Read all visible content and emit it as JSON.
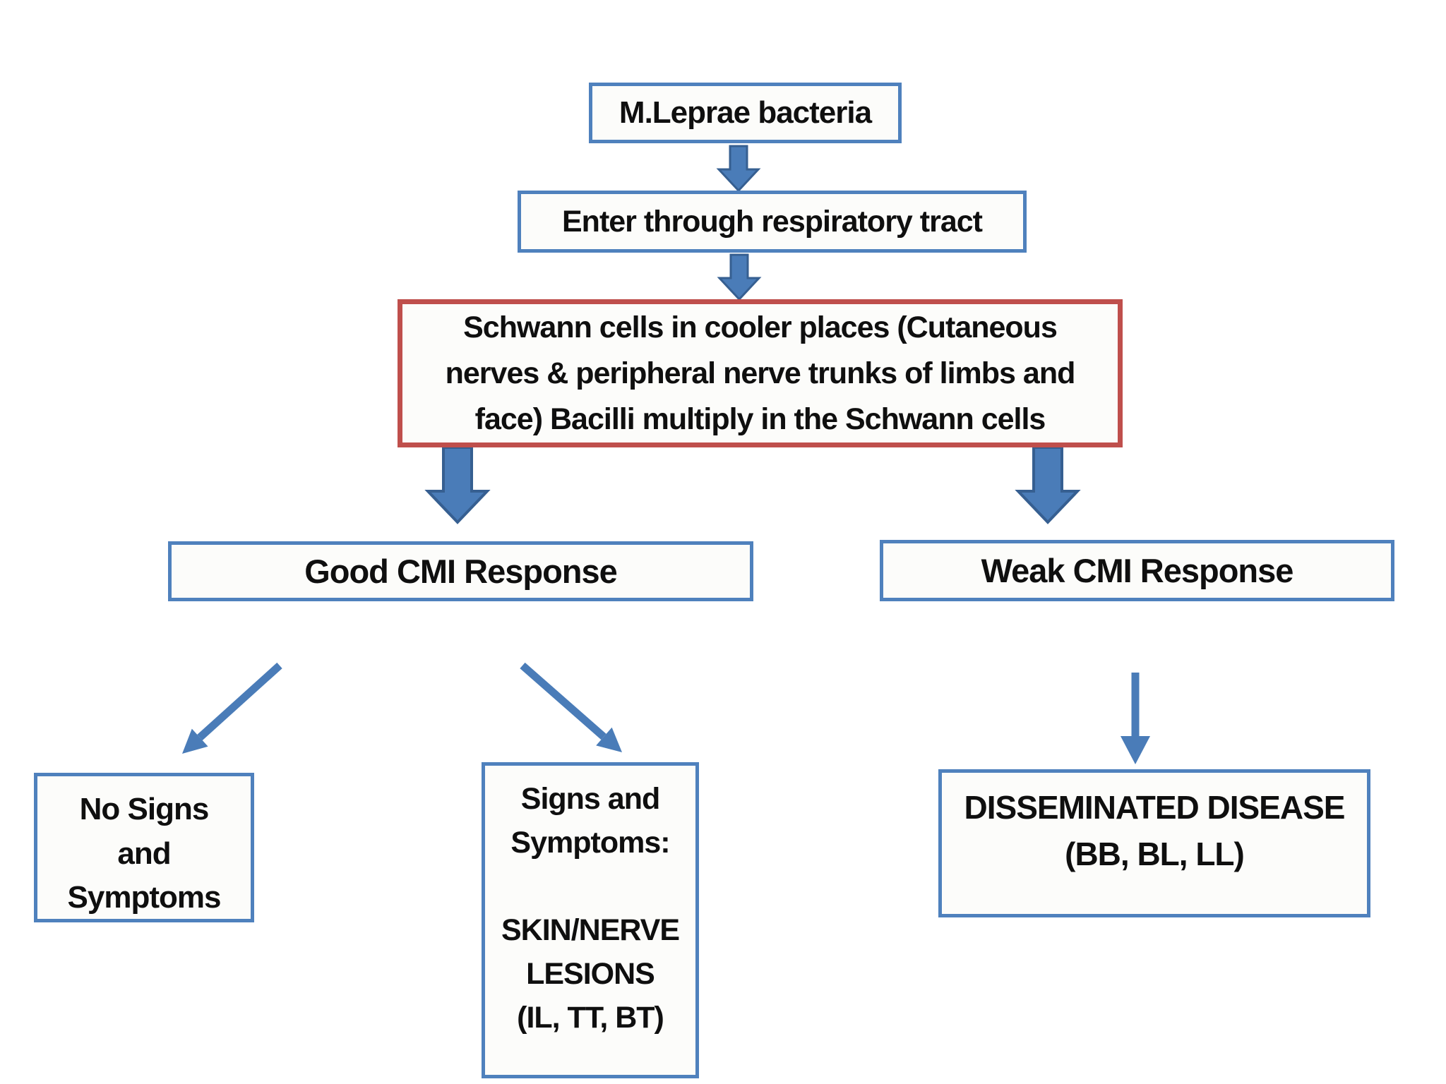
{
  "colors": {
    "box_border_blue": "#4f81bd",
    "box_border_red": "#bf4f4c",
    "arrow_fill": "#4a7cb8",
    "arrow_outline": "#365f91",
    "text": "#0f0f0f",
    "box_bg": "#fcfcfa"
  },
  "flowchart": {
    "top_box": {
      "label": "M.Leprae bacteria"
    },
    "respiratory_box": {
      "label": "Enter through respiratory tract"
    },
    "schwann_box": {
      "lines": [
        "Schwann cells in cooler places (Cutaneous",
        "nerves & peripheral nerve trunks of limbs and",
        "face) Bacilli multiply in the Schwann cells"
      ]
    },
    "good_cmi_box": {
      "label": "Good CMI Response"
    },
    "weak_cmi_box": {
      "label": "Weak CMI Response"
    },
    "no_signs_box": {
      "lines": [
        "No Signs",
        "and",
        "Symptoms"
      ]
    },
    "signs_box": {
      "lines": [
        "Signs and",
        "Symptoms:",
        "",
        "SKIN/NERVE",
        "LESIONS",
        "(IL, TT, BT)"
      ]
    },
    "disseminated_box": {
      "lines": [
        "DISSEMINATED DISEASE",
        "(BB, BL, LL)"
      ]
    }
  }
}
